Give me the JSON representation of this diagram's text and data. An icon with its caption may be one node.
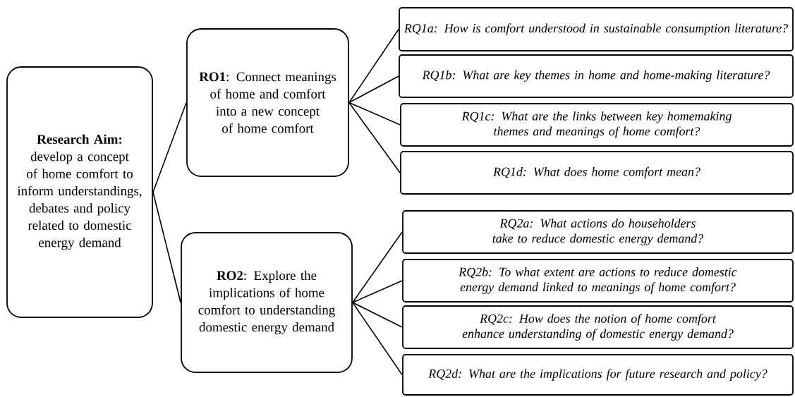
{
  "diagram": {
    "nodes": [
      {
        "text": [
          "**Research Aim:** develop a concept of home comfort to inform understandings, debates and policy related to domestic energy demand"
        ]
      },
      {
        "text": [
          "**RO1**: Connect meanings of home and comfort into a new concept of home comfort"
        ]
      },
      {
        "text": [
          "RQ1a: How is comfort understood in sustainable consumption literature?"
        ]
      },
      {
        "text": [
          "RQ1b: What are key themes in home and home-making literature?"
        ]
      },
      {
        "text": [
          "RQ1c: What are the links between key homemaking themes and meanings of home comfort?"
        ]
      },
      {
        "text": [
          "RQ1d: What does home comfort mean?"
        ]
      },
      {
        "text": [
          "**RO2**: Explore the implications of home comfort to understanding domestic energy demand"
        ]
      },
      {
        "text": [
          "RQ2a: What actions do householders take to reduce domestic energy demand?"
        ]
      },
      {
        "text": [
          "RQ2b: To what extent are actions to reduce domestic energy demand linked to meanings of home comfort?"
        ]
      },
      {
        "text": [
          "RQ2c: How does the notion of home comfort enhance understanding of domestic energy demand?"
        ]
      },
      {
        "text": [
          "RQ2d: What are the implications for future research and policy?"
        ]
      }
    ],
    "edges": [
      {
        "from": 0,
        "to": 1,
        "arrow": "none"
      },
      {
        "from": 0,
        "to": 6,
        "arrow": "none"
      },
      {
        "from": 1,
        "to": 2,
        "arrow": "none"
      },
      {
        "from": 1,
        "to": 3,
        "arrow": "none"
      },
      {
        "from": 1,
        "to": 4,
        "arrow": "none"
      },
      {
        "from": 1,
        "to": 5,
        "arrow": "none"
      },
      {
        "from": 6,
        "to": 7,
        "arrow": "none"
      },
      {
        "from": 6,
        "to": 8,
        "arrow": "none"
      },
      {
        "from": 6,
        "to": 9,
        "arrow": "none"
      },
      {
        "from": 6,
        "to": 10,
        "arrow": "none"
      }
    ]
  }
}
